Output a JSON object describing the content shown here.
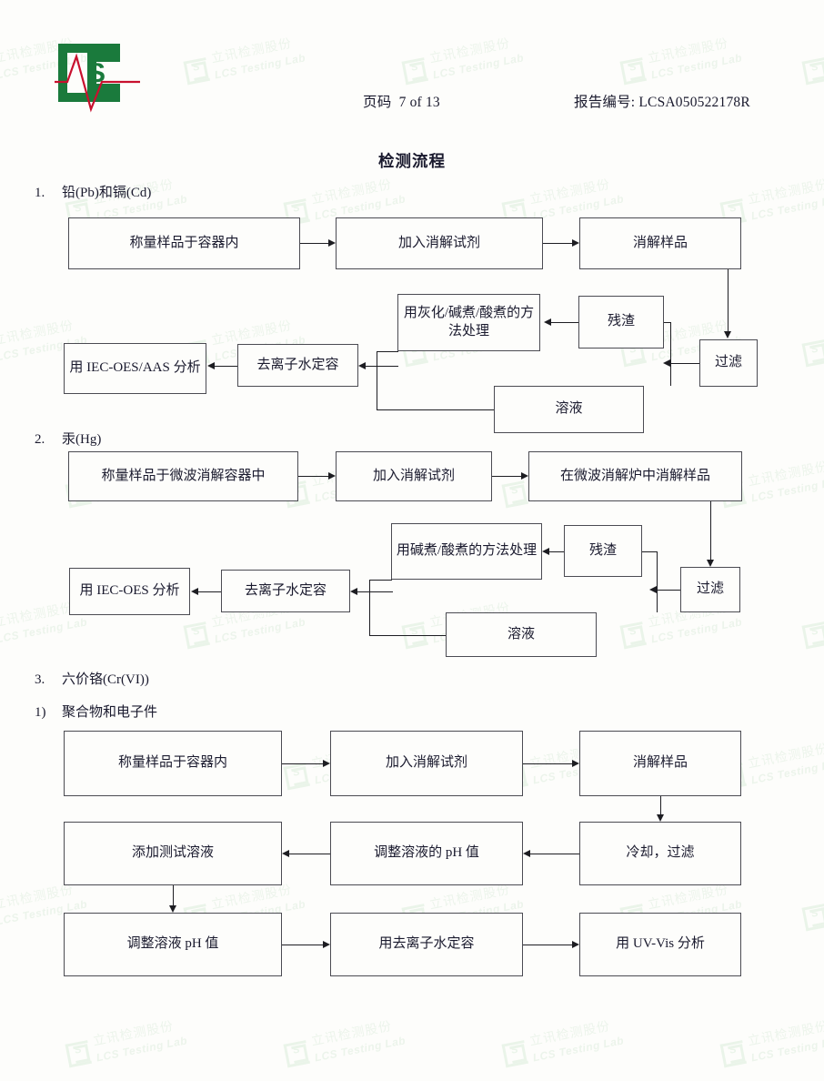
{
  "header": {
    "page_label": "页码",
    "page_value": "7 of 13",
    "report_label": "报告编号:",
    "report_value": "LCSA050522178R",
    "logo_letters": "LCS"
  },
  "document": {
    "title": "检测流程"
  },
  "watermark": {
    "chinese": "立讯检测股份",
    "english": "LCS Testing Lab",
    "color": "#dcecdc"
  },
  "colors": {
    "logo_green": "#1a7a3c",
    "logo_red": "#c8102e",
    "box_border": "#4b4b52",
    "line": "#1d1d22",
    "text": "#1a1a2e"
  },
  "sections": [
    {
      "number": "1.",
      "label": "铅(Pb)和镉(Cd)",
      "boxes": [
        {
          "name": "weigh-sample",
          "text": "称量样品于容器内"
        },
        {
          "name": "add-digestion-reagent",
          "text": "加入消解试剂"
        },
        {
          "name": "digest-sample",
          "text": "消解样品"
        },
        {
          "name": "ashing-alkali-acid",
          "text": "用灰化/碱煮/酸煮的方法处理"
        },
        {
          "name": "residue",
          "text": "残渣"
        },
        {
          "name": "filter",
          "text": "过滤"
        },
        {
          "name": "deionized-water",
          "text": "去离子水定容"
        },
        {
          "name": "analyze-iec-oes-aas",
          "text": "用 IEC-OES/AAS 分析"
        },
        {
          "name": "solution",
          "text": "溶液"
        }
      ]
    },
    {
      "number": "2.",
      "label": "汞(Hg)",
      "boxes": [
        {
          "name": "weigh-sample-microwave",
          "text": "称量样品于微波消解容器中"
        },
        {
          "name": "add-digestion-reagent",
          "text": "加入消解试剂"
        },
        {
          "name": "microwave-digest",
          "text": "在微波消解炉中消解样品"
        },
        {
          "name": "alkali-acid-boil",
          "text": "用碱煮/酸煮的方法处理"
        },
        {
          "name": "residue",
          "text": "残渣"
        },
        {
          "name": "filter",
          "text": "过滤"
        },
        {
          "name": "deionized-water",
          "text": "去离子水定容"
        },
        {
          "name": "analyze-iec-oes",
          "text": "用 IEC-OES 分析"
        },
        {
          "name": "solution",
          "text": "溶液"
        }
      ]
    },
    {
      "number": "3.",
      "label": "六价铬(Cr(VI))",
      "subsection": {
        "number": "1)",
        "label": "聚合物和电子件"
      },
      "boxes": [
        {
          "name": "weigh-sample",
          "text": "称量样品于容器内"
        },
        {
          "name": "add-digestion-reagent",
          "text": "加入消解试剂"
        },
        {
          "name": "digest-sample",
          "text": "消解样品"
        },
        {
          "name": "cool-filter",
          "text": "冷却，过滤"
        },
        {
          "name": "adjust-ph-solution",
          "text": "调整溶液的 pH 值"
        },
        {
          "name": "add-test-solution",
          "text": "添加测试溶液"
        },
        {
          "name": "adjust-ph",
          "text": "调整溶液 pH 值"
        },
        {
          "name": "dilute-deionized",
          "text": "用去离子水定容"
        },
        {
          "name": "analyze-uv-vis",
          "text": "用 UV-Vis 分析"
        }
      ]
    }
  ]
}
